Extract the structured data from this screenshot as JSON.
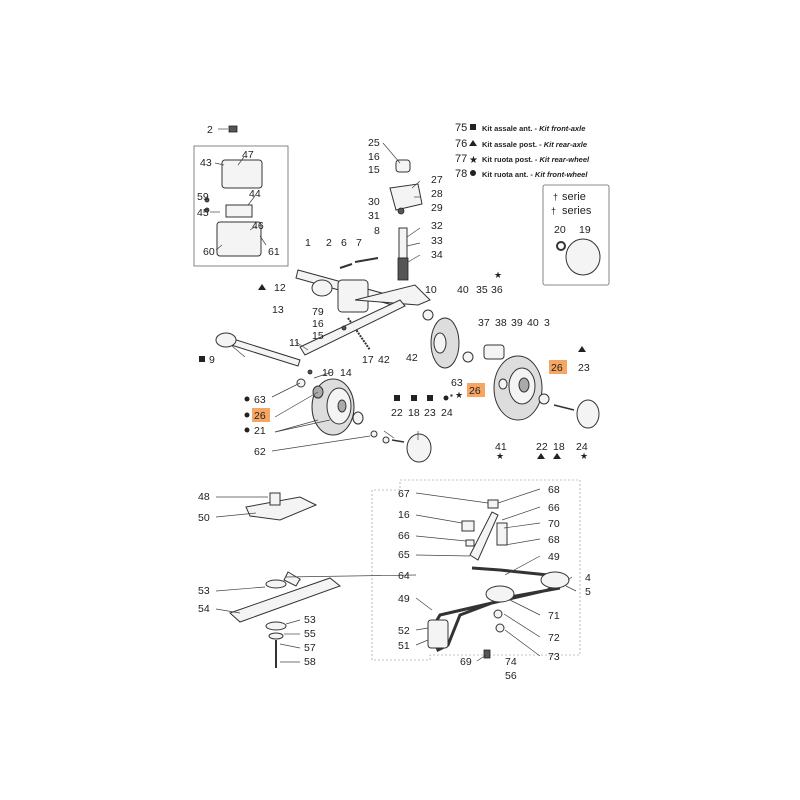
{
  "legend": {
    "items": [
      {
        "num": "75",
        "symbol": "square",
        "text": "Kit assale ant. - ",
        "italic": "Kit front-axle"
      },
      {
        "num": "76",
        "symbol": "triangle",
        "text": "Kit assale post. - ",
        "italic": "Kit rear-axle"
      },
      {
        "num": "77",
        "symbol": "star",
        "text": "Kit ruota post. - ",
        "italic": "Kit rear-wheel"
      },
      {
        "num": "78",
        "symbol": "dot",
        "text": "Kit ruota ant. - ",
        "italic": "Kit front-wheel"
      }
    ]
  },
  "series_box": {
    "line1": "serie",
    "line2": "series",
    "num_a": "20",
    "num_b": "19"
  },
  "highlight_color": "#f6a662",
  "labels": {
    "n2a": "2",
    "n47": "47",
    "n43": "43",
    "n59": "59",
    "n45": "45",
    "n44": "44",
    "n46": "46",
    "n60": "60",
    "n61": "61",
    "n25": "25",
    "n16a": "16",
    "n15a": "15",
    "n27": "27",
    "n28": "28",
    "n29": "29",
    "n30": "30",
    "n31": "31",
    "n8": "8",
    "n32": "32",
    "n33": "33",
    "n34": "34",
    "n1": "1",
    "n2b": "2",
    "n6": "6",
    "n7": "7",
    "n12": "12",
    "n13": "13",
    "n79": "79",
    "n16b": "16",
    "n15b": "15",
    "n11": "11",
    "n9": "9",
    "n17": "17",
    "n42a": "42",
    "n14": "14",
    "n10a": "10",
    "n10b": "10",
    "n40a": "40",
    "n35": "35",
    "n36": "36",
    "n42b": "42",
    "n37": "37",
    "n38": "38",
    "n39": "39",
    "n40b": "40",
    "n3": "3",
    "n63a": "63",
    "n26a": "26",
    "n21": "21",
    "n62": "62",
    "n22a": "22",
    "n18a": "18",
    "n23a": "23",
    "n24a": "24",
    "n63b": "63",
    "n26b": "26",
    "n26c": "26",
    "n23b": "23",
    "n41": "41",
    "n22b": "22",
    "n18b": "18",
    "n24b": "24",
    "n48": "48",
    "n50": "50",
    "n53a": "53",
    "n54": "54",
    "n53b": "53",
    "n55": "55",
    "n57": "57",
    "n58": "58",
    "n67": "67",
    "n68a": "68",
    "n16c": "16",
    "n66a": "66",
    "n66b": "66",
    "n70": "70",
    "n65": "65",
    "n68b": "68",
    "n64": "64",
    "n49a": "49",
    "n4": "4",
    "n5": "5",
    "n49b": "49",
    "n71": "71",
    "n52": "52",
    "n51": "51",
    "n72": "72",
    "n73": "73",
    "n69": "69",
    "n74": "74",
    "n56": "56"
  }
}
